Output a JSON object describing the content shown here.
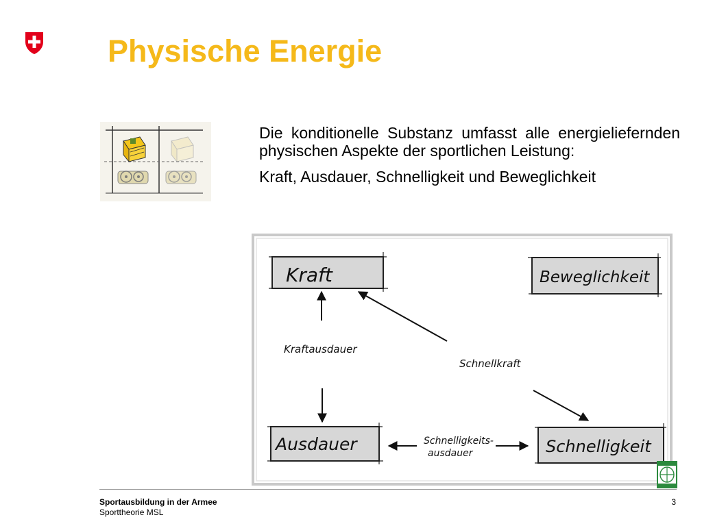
{
  "header": {
    "title": "Physische Energie",
    "logo_color": "#e2001a",
    "title_color": "#f5b91a"
  },
  "content": {
    "paragraph": "Die konditionelle Substanz umfasst alle energieliefernden physischen Aspekte der sportlichen Leistung:",
    "components": "Kraft, Ausdauer, Schnelligkeit und Beweglichkeit"
  },
  "diagram": {
    "boxes": {
      "kraft": "Kraft",
      "beweglichkeit": "Beweglichkeit",
      "ausdauer": "Ausdauer",
      "schnelligkeit": "Schnelligkeit"
    },
    "links": {
      "kraftausdauer": "Kraftausdauer",
      "schnellkraft": "Schnellkraft",
      "schnelligkeitsausdauer_1": "Schnelligkeits-",
      "schnelligkeitsausdauer_2": "ausdauer"
    }
  },
  "footer": {
    "org": "Sportausbildung in der Armee",
    "subtitle": "Sporttheorie MSL",
    "page": "3"
  }
}
